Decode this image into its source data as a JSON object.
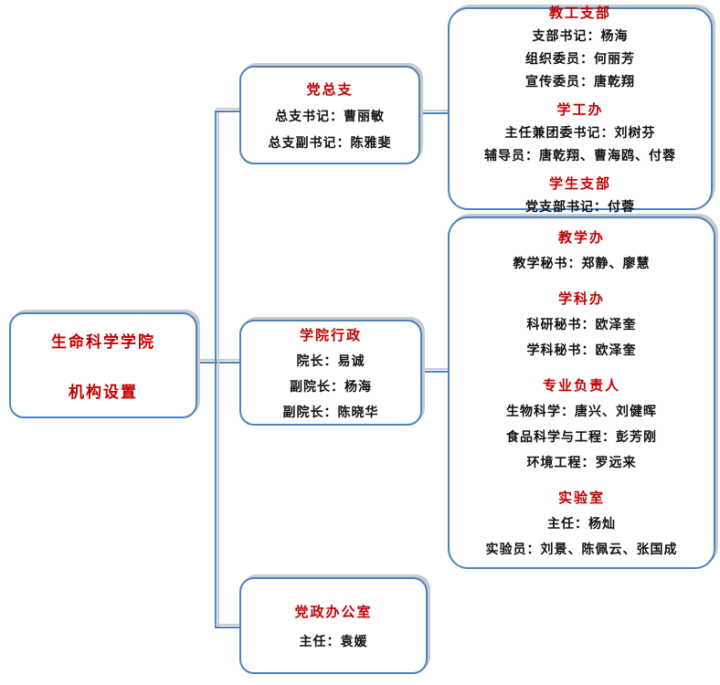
{
  "colors": {
    "box_border": "#4f81bd",
    "box_shadow": "#c7cbcf",
    "section_title_red": "#c00000",
    "body_text": "#111111"
  },
  "root_box": {
    "line1": "生命科学学院",
    "line2": "机构设置"
  },
  "branch_boxes": {
    "party_branch": {
      "title": "党总支",
      "lines": [
        "总支书记：曹丽敏",
        "总支副书记：陈雅斐"
      ]
    },
    "administration": {
      "title": "学院行政",
      "lines": [
        "院长：易诚",
        "副院长：杨海",
        "副院长：陈晓华"
      ]
    },
    "party_admin_office": {
      "title": "党政办公室",
      "lines": [
        "主任：袁媛"
      ]
    }
  },
  "detail_boxes": {
    "party_detail": {
      "sections": [
        {
          "title": "教工支部",
          "lines": [
            "支部书记：杨海",
            "组织委员：何丽芳",
            "宣传委员：唐乾翔"
          ]
        },
        {
          "title": "学工办",
          "lines": [
            "主任兼团委书记：刘树芬",
            "辅导员：唐乾翔、曹海鸥、付蓉"
          ]
        },
        {
          "title": "学生支部",
          "lines": [
            "党支部书记：付蓉"
          ]
        }
      ]
    },
    "admin_detail": {
      "sections": [
        {
          "title": "教学办",
          "lines": [
            "教学秘书：郑静、廖慧"
          ]
        },
        {
          "title": "学科办",
          "lines": [
            "科研秘书：欧泽奎",
            "学科秘书：欧泽奎"
          ]
        },
        {
          "title": "专业负责人",
          "lines": [
            "生物科学：唐兴、刘健晖",
            "食品科学与工程：彭芳刚",
            "环境工程：罗远来"
          ]
        },
        {
          "title": "实验室",
          "lines": [
            "主任：杨灿",
            "实验员：刘景、陈佩云、张国成"
          ]
        }
      ]
    }
  }
}
